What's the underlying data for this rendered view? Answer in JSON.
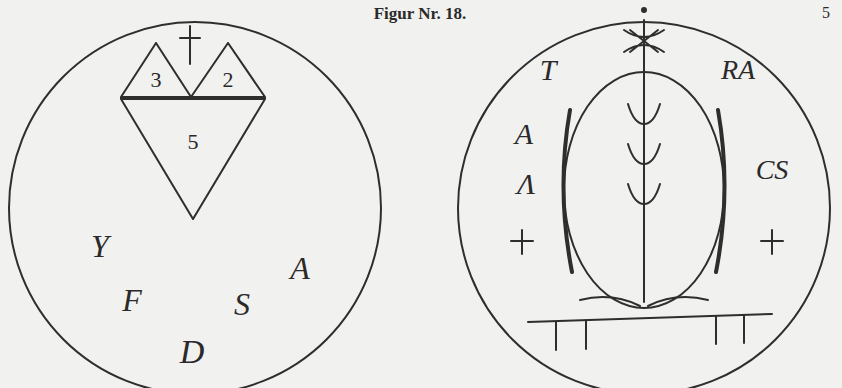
{
  "diagram": {
    "title": "Figur Nr. 18.",
    "nodes": [
      {
        "text": [
          "3"
        ]
      },
      {
        "text": [
          "2"
        ]
      },
      {
        "text": [
          "5"
        ]
      }
    ],
    "labels": [
      "5",
      "Y",
      "F",
      "D",
      "S",
      "A",
      "T",
      "RA",
      "A",
      "Λ",
      "CS"
    ]
  }
}
